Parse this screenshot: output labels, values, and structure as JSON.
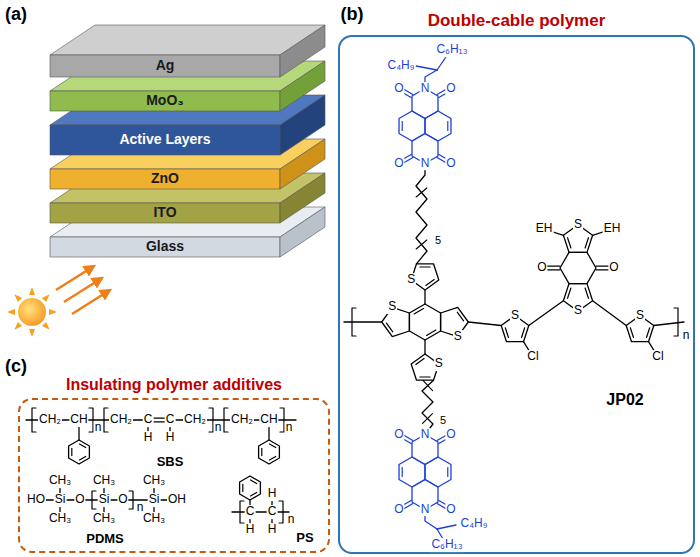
{
  "diagram": {
    "nodes": [
      {
        "text": [
          "Ag"
        ]
      },
      {
        "text": [
          "MoO₃"
        ]
      },
      {
        "text": [
          "Active Layers"
        ]
      },
      {
        "text": [
          "ZnO"
        ]
      },
      {
        "text": [
          "ITO"
        ]
      },
      {
        "text": [
          "Glass"
        ]
      },
      {
        "text": [
          "Double-cable polymer"
        ]
      },
      {
        "text": [
          "Insulating polymer additives"
        ]
      }
    ],
    "labels": [
      "(a)",
      "(b)",
      "(c)",
      "C₆H₁₃",
      "C₄H₉",
      "N",
      "O",
      "O",
      "O",
      "O",
      "N",
      "5",
      "S",
      "S",
      "S",
      "S",
      "5",
      "N",
      "O",
      "O",
      "O",
      "O",
      "N",
      "C₄H₉",
      "C₆H₁₃",
      "S",
      "Cl",
      "S",
      "S",
      "EH",
      "EH",
      "O",
      "O",
      "S",
      "Cl",
      "n",
      "JP02",
      "CH₂",
      "CH",
      "n",
      "CH₂",
      "C",
      "C",
      "CH₂",
      "H",
      "H",
      "n",
      "CH₂",
      "CH",
      "n",
      "SBS",
      "CH₃",
      "CH₃",
      "CH₃",
      "HO",
      "Si",
      "O",
      "Si",
      "O",
      "n",
      "Si",
      "OH",
      "CH₃",
      "CH₃",
      "CH₃",
      "PDMS",
      "H",
      "C",
      "C",
      "H",
      "H",
      "n",
      "PS"
    ]
  }
}
